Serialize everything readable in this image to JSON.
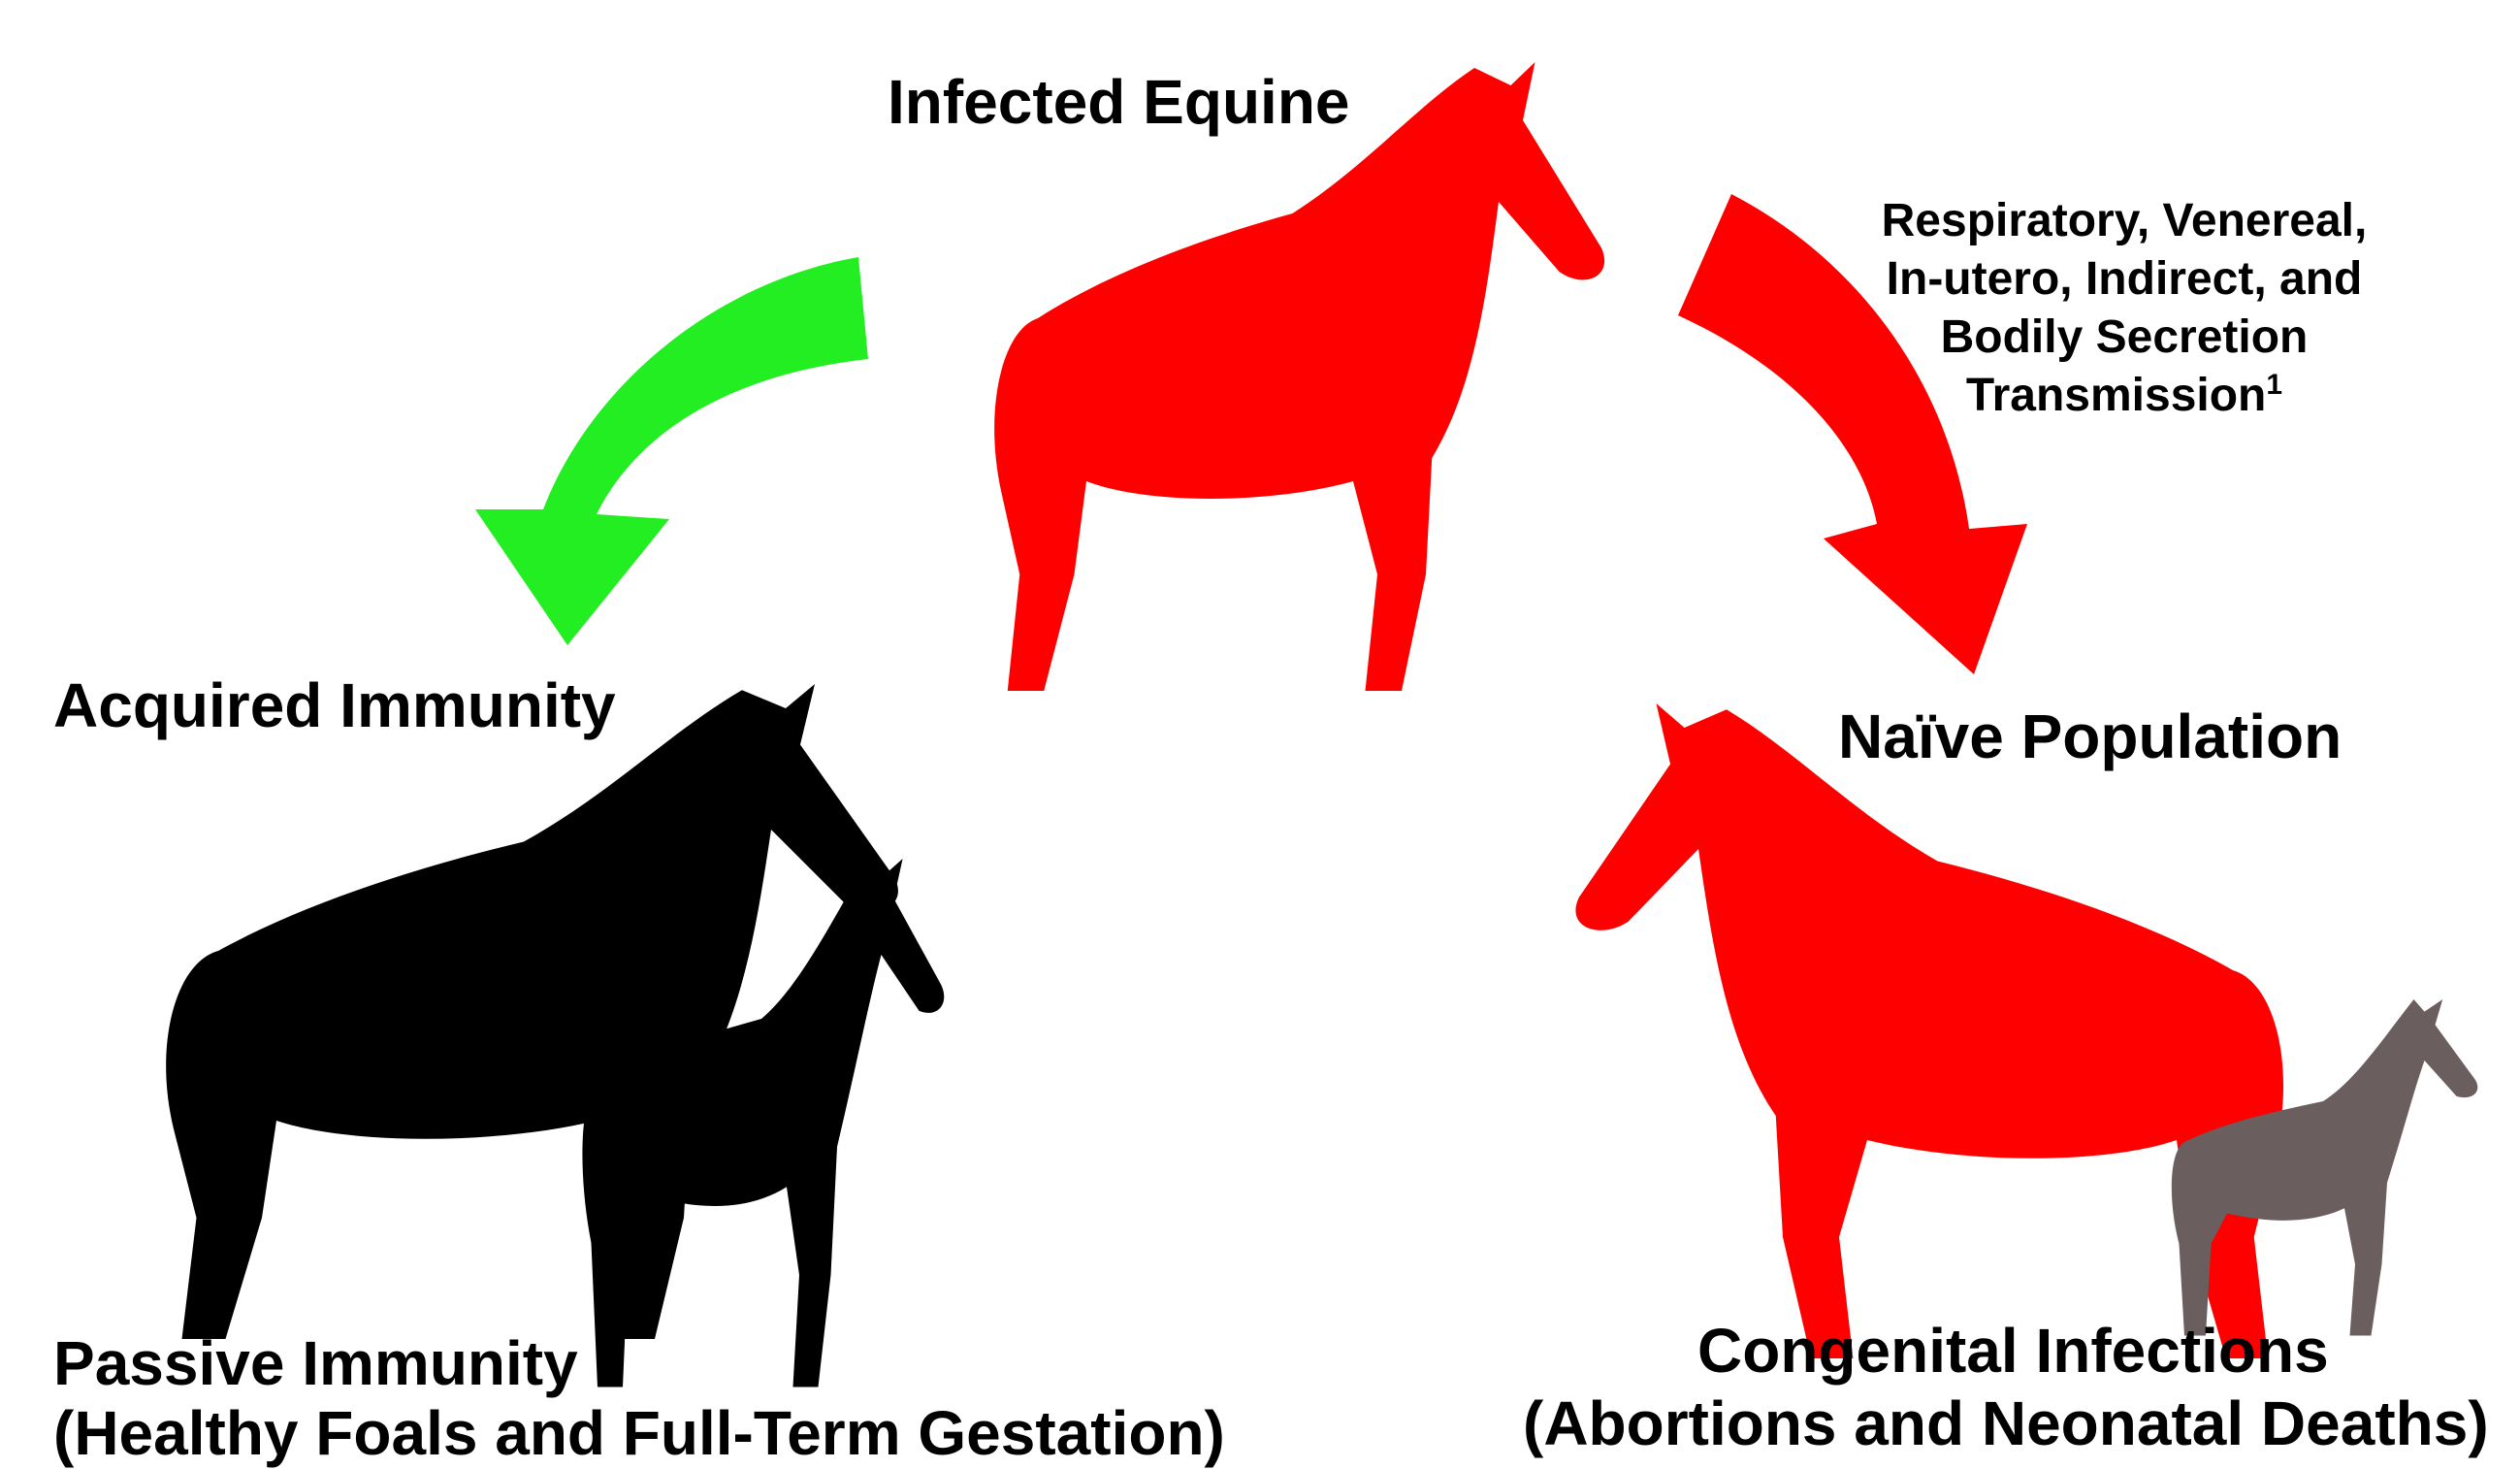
{
  "labels": {
    "infected": "Infected Equine",
    "transmission_lines": [
      "Respiratory, Venereal,",
      "In-utero, Indirect, and",
      "Bodily Secretion",
      "Transmission"
    ],
    "transmission_footnote": "1",
    "acquired": "Acquired Immunity",
    "naive": "Naïve Population",
    "passive_line1": "Passive Immunity",
    "passive_line2": "(Healthy Foals and Full-Term Gestation)",
    "congenital_line1": "Congenital Infections",
    "congenital_line2": "(Abortions and Neonatal Deaths)"
  },
  "colors": {
    "infected": "#ff0000",
    "immune": "#000000",
    "foal_affected": "#6b5e5e",
    "arrow_good": "#22ee22",
    "arrow_bad": "#ff0000"
  }
}
